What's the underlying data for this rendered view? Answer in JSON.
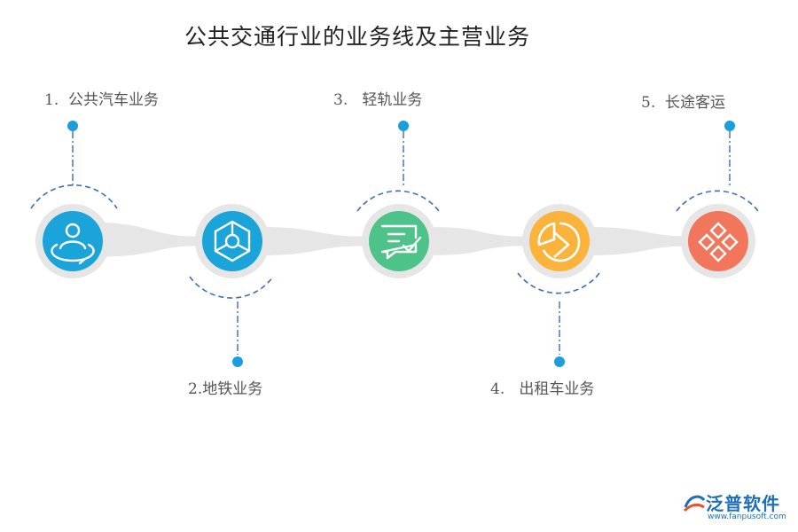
{
  "title": "公共交通行业的业务线及主营业务",
  "nodes": [
    {
      "label": "1.  公共汽车业务",
      "color": "#1ba4d9",
      "icon": "person-orbit-icon"
    },
    {
      "label": "2.地铁业务",
      "color": "#1ba4d9",
      "icon": "network-hexagon-icon"
    },
    {
      "label": "3.   轻轨业务",
      "color": "#4dc389",
      "icon": "chat-check-icon"
    },
    {
      "label": "4.   出租车业务",
      "color": "#fbb33c",
      "icon": "pie-chart-icon"
    },
    {
      "label": "5.  长途客运",
      "color": "#f2765c",
      "icon": "diamond-grid-icon"
    }
  ],
  "colors": {
    "connector": "#e6e6e6",
    "dash": "#3a6fb0",
    "dot": "#1a9ee0"
  },
  "logo": {
    "name": "泛普软件",
    "url": "www.fanpusoft.com"
  }
}
